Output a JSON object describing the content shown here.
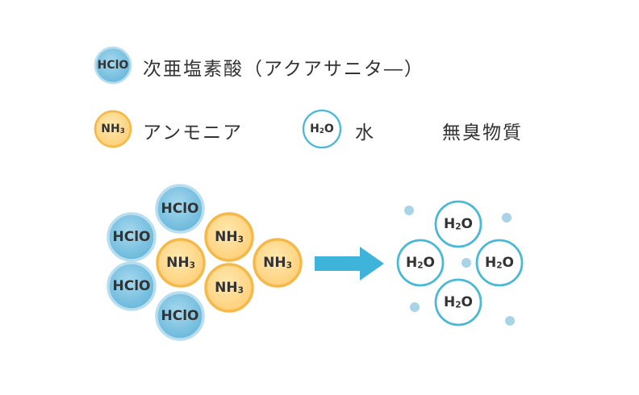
{
  "legend": {
    "hclo": {
      "symbol": "HClO",
      "label": "次亜塩素酸（アクアサニタ―）"
    },
    "nh3": {
      "symbol": "NH",
      "symbol_sub": "3",
      "label": "アンモニア"
    },
    "h2o": {
      "symbol": "H",
      "symbol_sub": "2",
      "symbol_tail": "O",
      "label": "水"
    },
    "odorless": "無臭物質"
  },
  "colors": {
    "hclo_fill": "#7cc3e0",
    "hclo_ring": "#b9def0",
    "nh3_fill": "#ffd98a",
    "nh3_ring": "#f5b94a",
    "h2o_ring": "#4ab9d6",
    "dot": "#a9d4e8",
    "arrow": "#3fb4db"
  },
  "diagram": {
    "reactants": [
      {
        "type": "hclo",
        "label": "HClO"
      },
      {
        "type": "hclo",
        "label": "HClO"
      },
      {
        "type": "hclo",
        "label": "HClO"
      },
      {
        "type": "hclo",
        "label": "HClO"
      },
      {
        "type": "nh3",
        "label": "NH",
        "sub": "3"
      },
      {
        "type": "nh3",
        "label": "NH",
        "sub": "3"
      },
      {
        "type": "nh3",
        "label": "NH",
        "sub": "3"
      },
      {
        "type": "nh3",
        "label": "NH",
        "sub": "3"
      }
    ],
    "products": [
      {
        "type": "h2o",
        "label": "H",
        "sub": "2",
        "tail": "O"
      },
      {
        "type": "h2o",
        "label": "H",
        "sub": "2",
        "tail": "O"
      },
      {
        "type": "h2o",
        "label": "H",
        "sub": "2",
        "tail": "O"
      },
      {
        "type": "h2o",
        "label": "H",
        "sub": "2",
        "tail": "O"
      }
    ]
  }
}
